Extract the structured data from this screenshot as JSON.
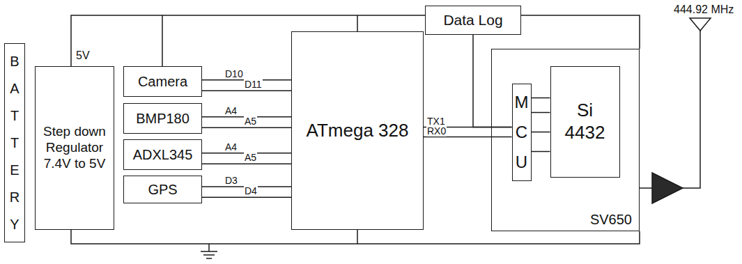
{
  "diagram": {
    "nodes": [
      {
        "text": [
          "BATTERY"
        ]
      },
      {
        "text": [
          "Step down Regulator 7.4V to 5V"
        ]
      },
      {
        "text": [
          "Camera"
        ]
      },
      {
        "text": [
          "BMP180"
        ]
      },
      {
        "text": [
          "ADXL345"
        ]
      },
      {
        "text": [
          "GPS"
        ]
      },
      {
        "text": [
          "ATmega 328"
        ]
      },
      {
        "text": [
          "Data Log"
        ]
      },
      {
        "text": [
          "SV650"
        ]
      },
      {
        "text": [
          "MCU"
        ],
        "in": 8
      },
      {
        "text": [
          "Si 4432"
        ],
        "in": 8
      }
    ],
    "edges": [
      {
        "from": 2,
        "to": 6,
        "arrow": "none",
        "label": "D10"
      },
      {
        "from": 2,
        "to": 6,
        "arrow": "none",
        "label": "D11"
      },
      {
        "from": 3,
        "to": 6,
        "arrow": "none",
        "label": "A4"
      },
      {
        "from": 3,
        "to": 6,
        "arrow": "none",
        "label": "A5"
      },
      {
        "from": 4,
        "to": 6,
        "arrow": "none",
        "label": "A4"
      },
      {
        "from": 4,
        "to": 6,
        "arrow": "none",
        "label": "A5"
      },
      {
        "from": 5,
        "to": 6,
        "arrow": "none",
        "label": "D3"
      },
      {
        "from": 5,
        "to": 6,
        "arrow": "none",
        "label": "D4"
      },
      {
        "from": 6,
        "to": 9,
        "arrow": "none",
        "label": "TX1"
      },
      {
        "from": 6,
        "to": 9,
        "arrow": "none",
        "label": "RX0"
      },
      {
        "from": 7,
        "to": 9,
        "arrow": "none"
      },
      {
        "from": 9,
        "to": 10,
        "arrow": "none"
      },
      {
        "from": 9,
        "to": 10,
        "arrow": "none"
      },
      {
        "from": 9,
        "to": 10,
        "arrow": "none"
      },
      {
        "from": 9,
        "to": 10,
        "arrow": "none"
      }
    ],
    "labels": [
      "5V",
      "444.92 MHz"
    ]
  }
}
